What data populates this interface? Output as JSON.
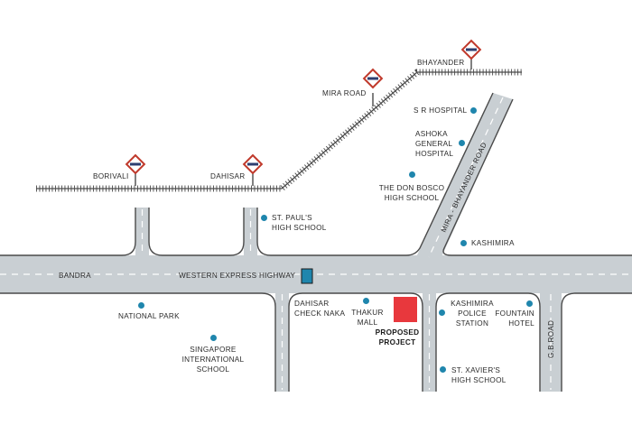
{
  "colors": {
    "road_fill": "#c9cfd3",
    "road_edge": "#4a4a4a",
    "rail": "#4a4a4a",
    "poi_dot": "#1f86ad",
    "station_sign_border": "#c0392b",
    "station_sign_bar": "#2c3e70",
    "proposed_project": "#e8383d",
    "highway_marker": "#1f86ad"
  },
  "stations": [
    {
      "name": "BORIVALI"
    },
    {
      "name": "DAHISAR"
    },
    {
      "name": "MIRA ROAD"
    },
    {
      "name": "BHAYANDER"
    }
  ],
  "roads": {
    "highway": "WESTERN EXPRESS HIGHWAY",
    "bandra": "BANDRA",
    "mira_bhayander": "MIRA - BHAYANDER ROAD",
    "gb_road": "G.B.ROAD"
  },
  "places": {
    "sr_hospital": "S R HOSPITAL",
    "ashoka": [
      "ASHOKA",
      "GENERAL",
      "HOSPITAL"
    ],
    "don_bosco": [
      "THE DON BOSCO",
      "HIGH SCHOOL"
    ],
    "st_pauls": [
      "ST. PAUL'S",
      "HIGH SCHOOL"
    ],
    "kashimira": "KASHIMIRA",
    "national_park": "NATIONAL PARK",
    "singapore": [
      "SINGAPORE",
      "INTERNATIONAL",
      "SCHOOL"
    ],
    "dahisar_check_naka": [
      "DAHISAR",
      "CHECK NAKA"
    ],
    "thakur_mall": [
      "THAKUR",
      "MALL"
    ],
    "proposed_project": [
      "PROPOSED",
      "PROJECT"
    ],
    "kashimira_police": [
      "KASHIMIRA",
      "POLICE",
      "STATION"
    ],
    "fountain_hotel": [
      "FOUNTAIN",
      "HOTEL"
    ],
    "st_xaviers": [
      "ST. XAVIER'S",
      "HIGH SCHOOL"
    ]
  }
}
